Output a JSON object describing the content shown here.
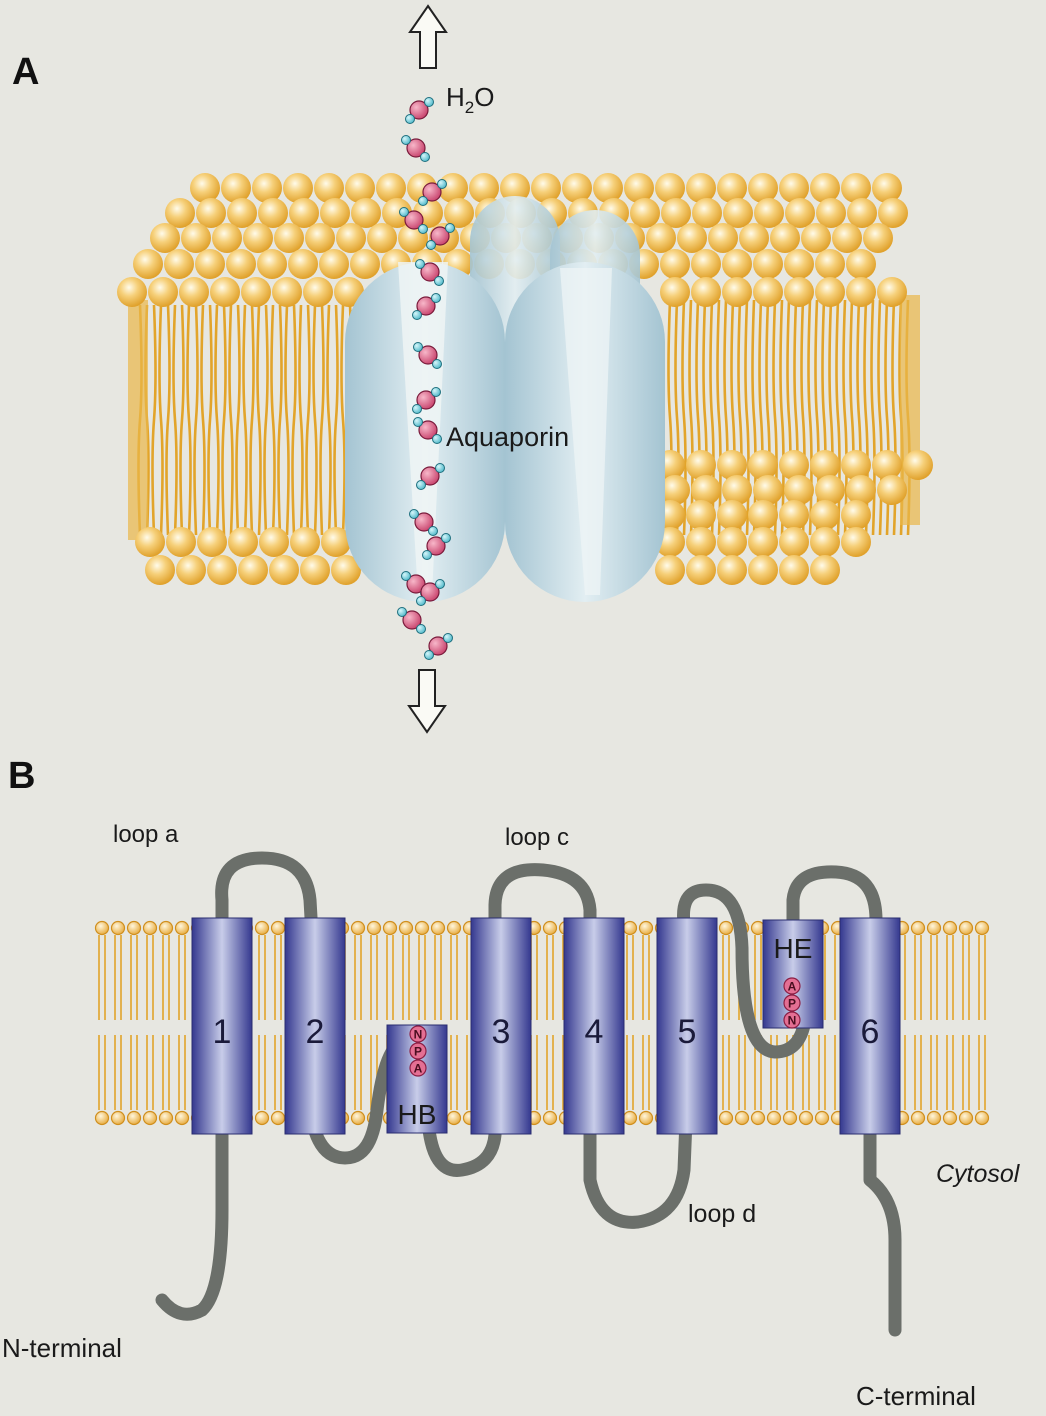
{
  "panels": {
    "a": "A",
    "b": "B"
  },
  "panel_a": {
    "water_label": "H",
    "water_subscript": "2",
    "water_suffix": "O",
    "protein_label": "Aquaporin"
  },
  "panel_b": {
    "helices": [
      "1",
      "2",
      "3",
      "4",
      "5",
      "6"
    ],
    "half_helix_b": "HB",
    "half_helix_e": "HE",
    "motif_b": [
      "N",
      "P",
      "A"
    ],
    "motif_e": [
      "A",
      "P",
      "N"
    ],
    "loop_a": "loop a",
    "loop_c": "loop c",
    "loop_d": "loop d",
    "cytosol": "Cytosol",
    "n_terminal": "N-terminal",
    "c_terminal": "C-terminal"
  },
  "colors": {
    "background": "#e7e7e1",
    "lipid_head": "#f0b93e",
    "lipid_tail": "#e2a42a",
    "aquaporin": "#a9c9d6",
    "helix_dark": "#3c3f96",
    "helix_light": "#bfc6e6",
    "chain": "#6b6f6a",
    "water_oxygen": "#d6577e",
    "water_hydrogen": "#7fd3df"
  }
}
